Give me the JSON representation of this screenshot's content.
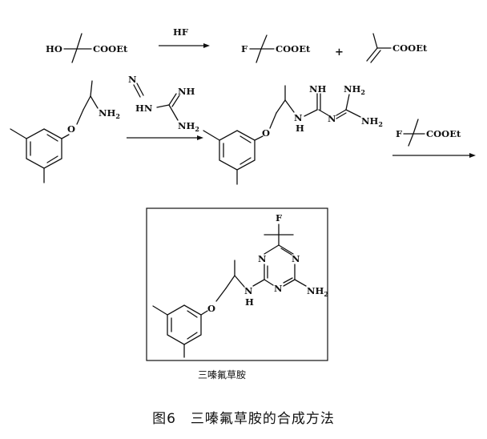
{
  "figure": {
    "caption": "图6　三嗪氟草胺的合成方法",
    "product_name": "三嗪氟草胺"
  },
  "reaction1": {
    "reagent": "HF",
    "reactant_ho": "HO",
    "cooet": "COOEt",
    "f": "F",
    "plus": "+"
  },
  "reaction2": {
    "n": "N",
    "nh": "NH",
    "hn": "HN",
    "nh2": "NH",
    "two": "2",
    "o": "O",
    "h": "H",
    "f": "F",
    "cooet": "COOEt"
  },
  "product": {
    "f": "F",
    "n": "N",
    "nh": "N",
    "h": "H",
    "o": "O",
    "nh2": "NH",
    "two": "2"
  }
}
